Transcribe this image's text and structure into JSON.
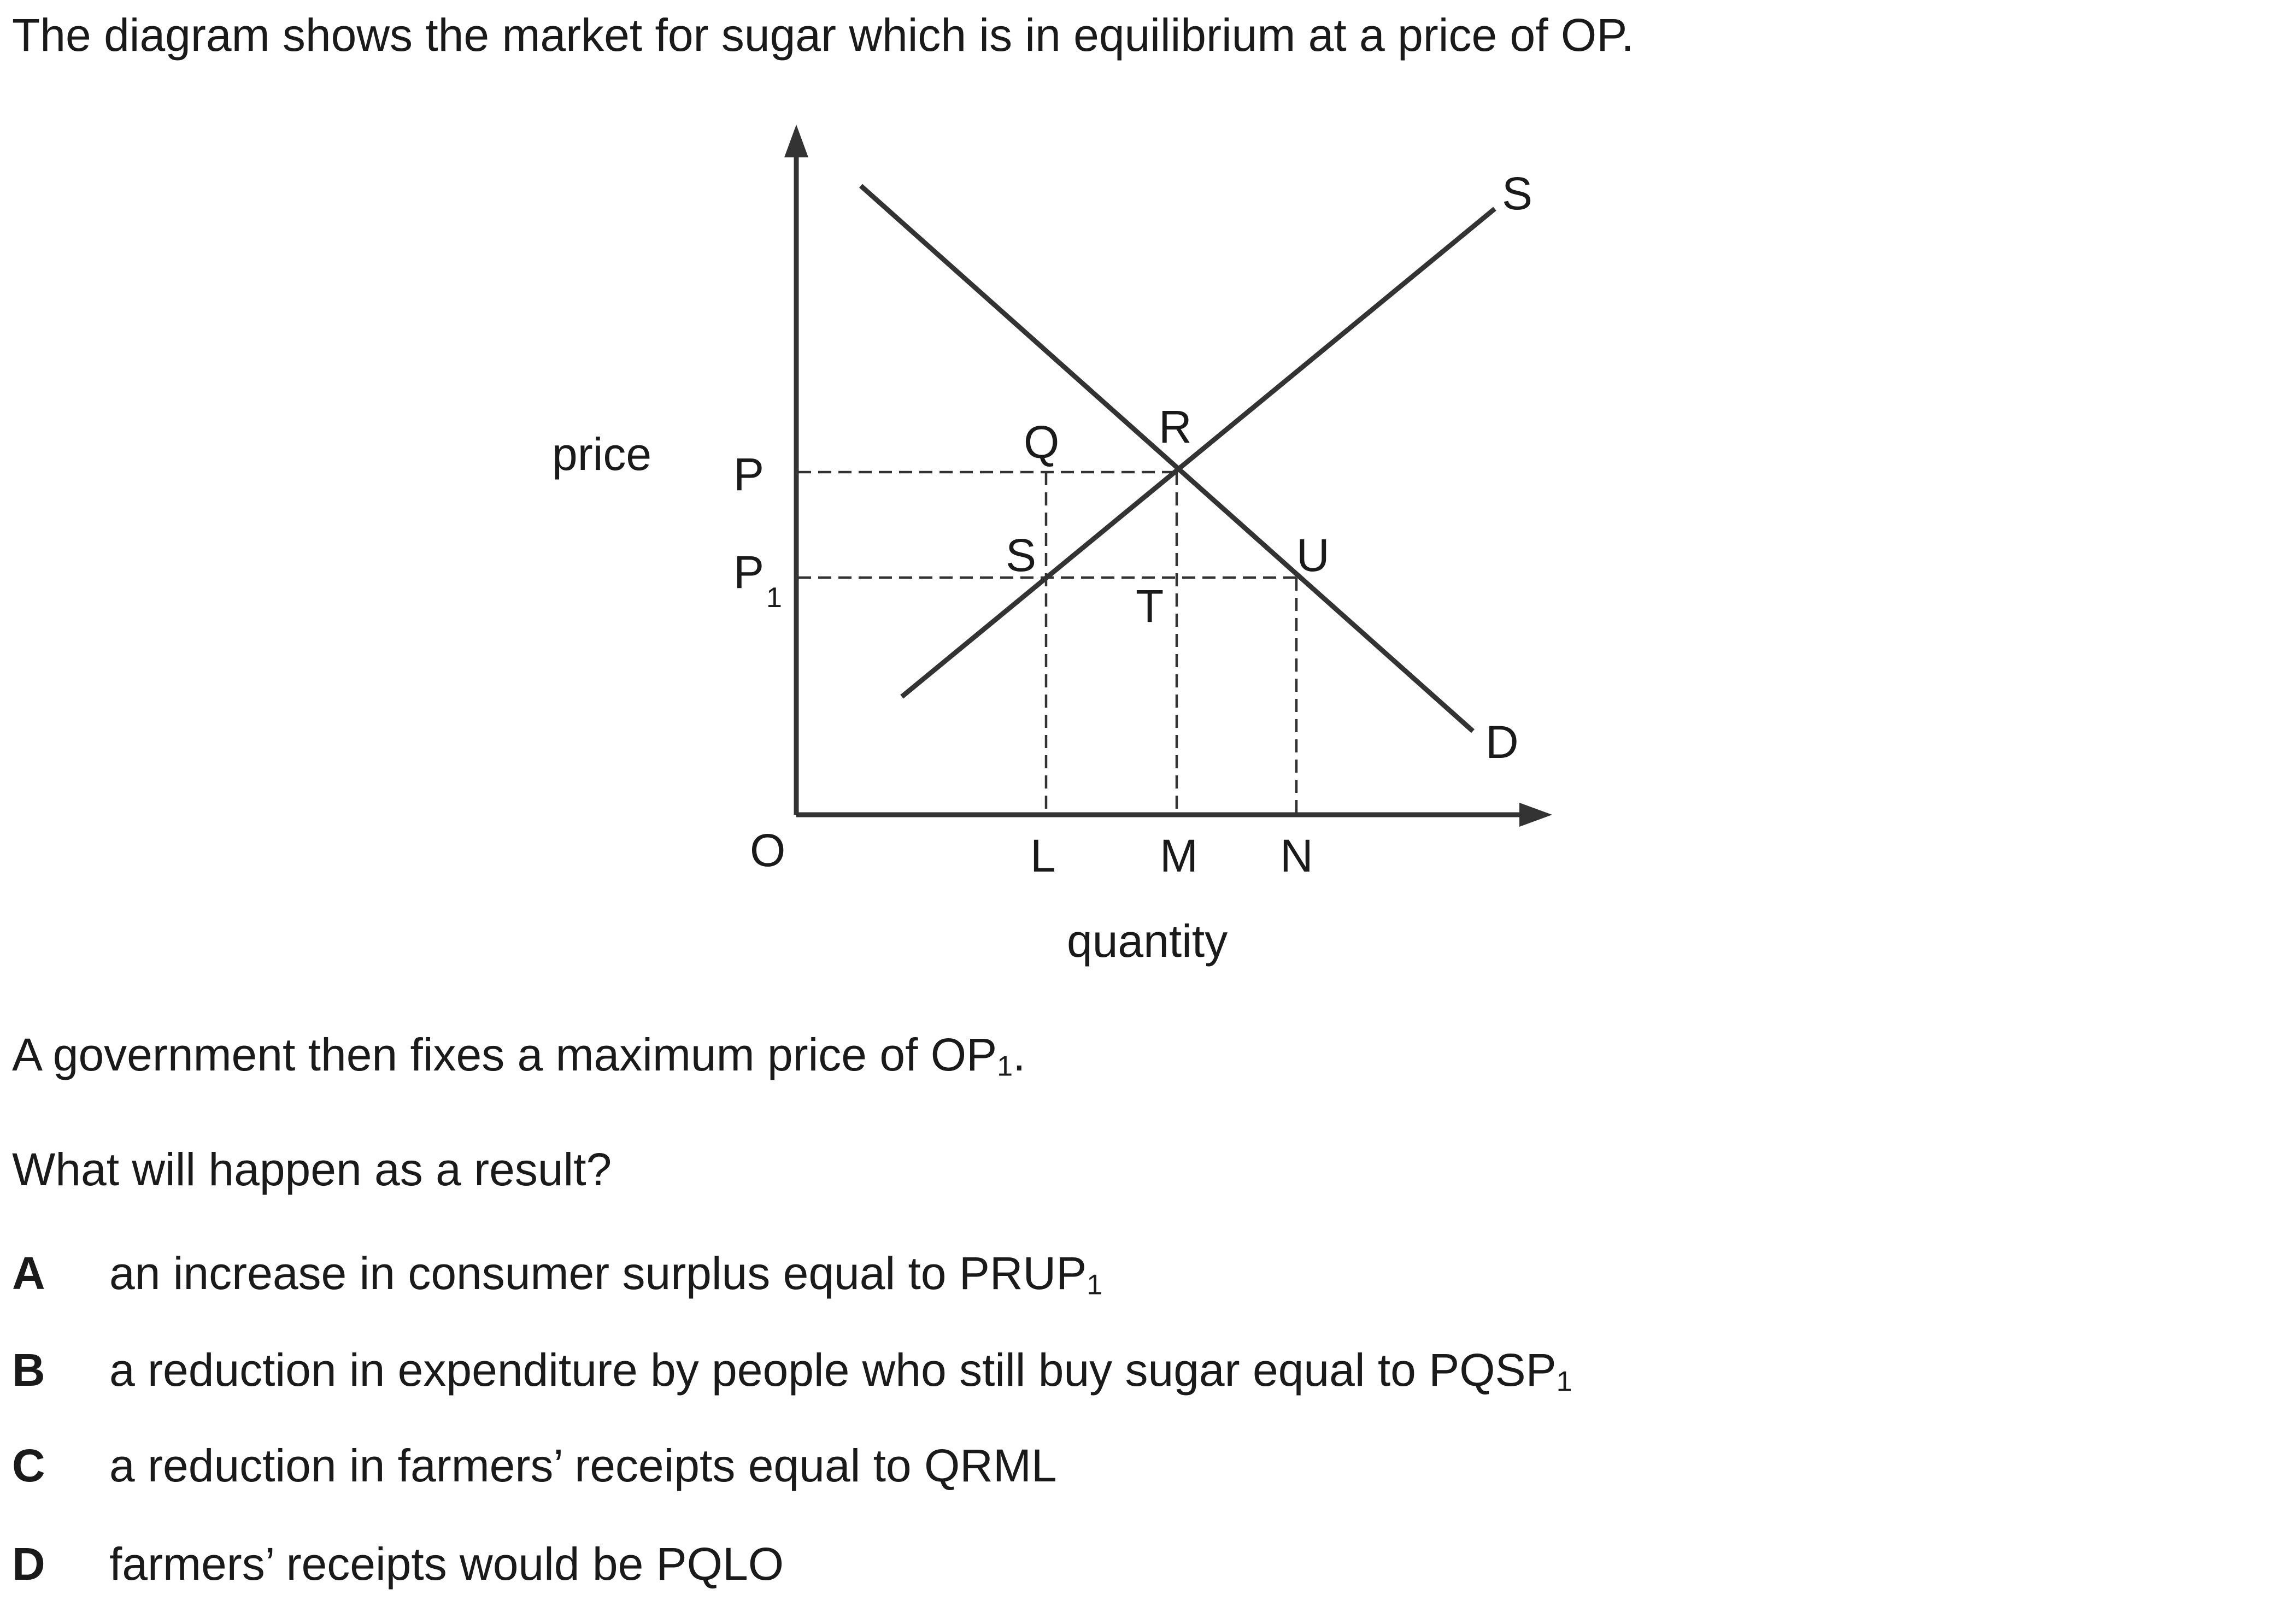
{
  "intro": "The diagram shows the market for sugar which is in equilibrium at a price of OP.",
  "diagram": {
    "y_axis_label": "price",
    "x_axis_label": "quantity",
    "origin_label": "O",
    "price_labels": {
      "p": "P",
      "p1_base": "P",
      "p1_sub": "1"
    },
    "quantity_labels": {
      "l": "L",
      "m": "M",
      "n": "N"
    },
    "point_labels": {
      "q": "Q",
      "r": "R",
      "s": "S",
      "t": "T",
      "u": "U"
    },
    "curve_labels": {
      "supply": "S",
      "demand": "D"
    }
  },
  "ceiling": {
    "text": "A government then fixes a maximum price of OP",
    "sub": "1",
    "end": "."
  },
  "question": "What will happen as a result?",
  "options": [
    {
      "letter": "A",
      "text": "an increase in consumer surplus equal to PRUP",
      "sub": "1"
    },
    {
      "letter": "B",
      "text": "a reduction in expenditure by people who still buy sugar equal to PQSP",
      "sub": "1"
    },
    {
      "letter": "C",
      "text": "a reduction in farmers’ receipts equal to QRML",
      "sub": ""
    },
    {
      "letter": "D",
      "text": "farmers’ receipts would be PQLO",
      "sub": ""
    }
  ]
}
